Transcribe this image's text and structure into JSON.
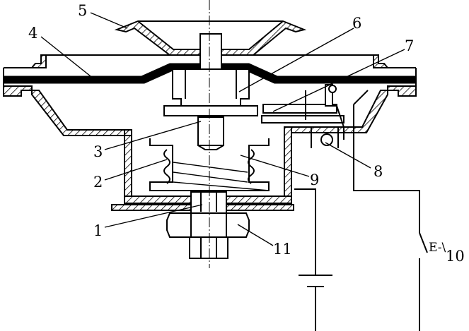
{
  "labels": [
    {
      "key": "5",
      "text": "5"
    },
    {
      "key": "4",
      "text": "4"
    },
    {
      "key": "6",
      "text": "6"
    },
    {
      "key": "7",
      "text": "7"
    },
    {
      "key": "3",
      "text": "3"
    },
    {
      "key": "8",
      "text": "8"
    },
    {
      "key": "2",
      "text": "2"
    },
    {
      "key": "9",
      "text": "9"
    },
    {
      "key": "1",
      "text": "1"
    },
    {
      "key": "11",
      "text": "11"
    },
    {
      "key": "10",
      "text": "10"
    }
  ],
  "switch_symbol": "E-\\"
}
